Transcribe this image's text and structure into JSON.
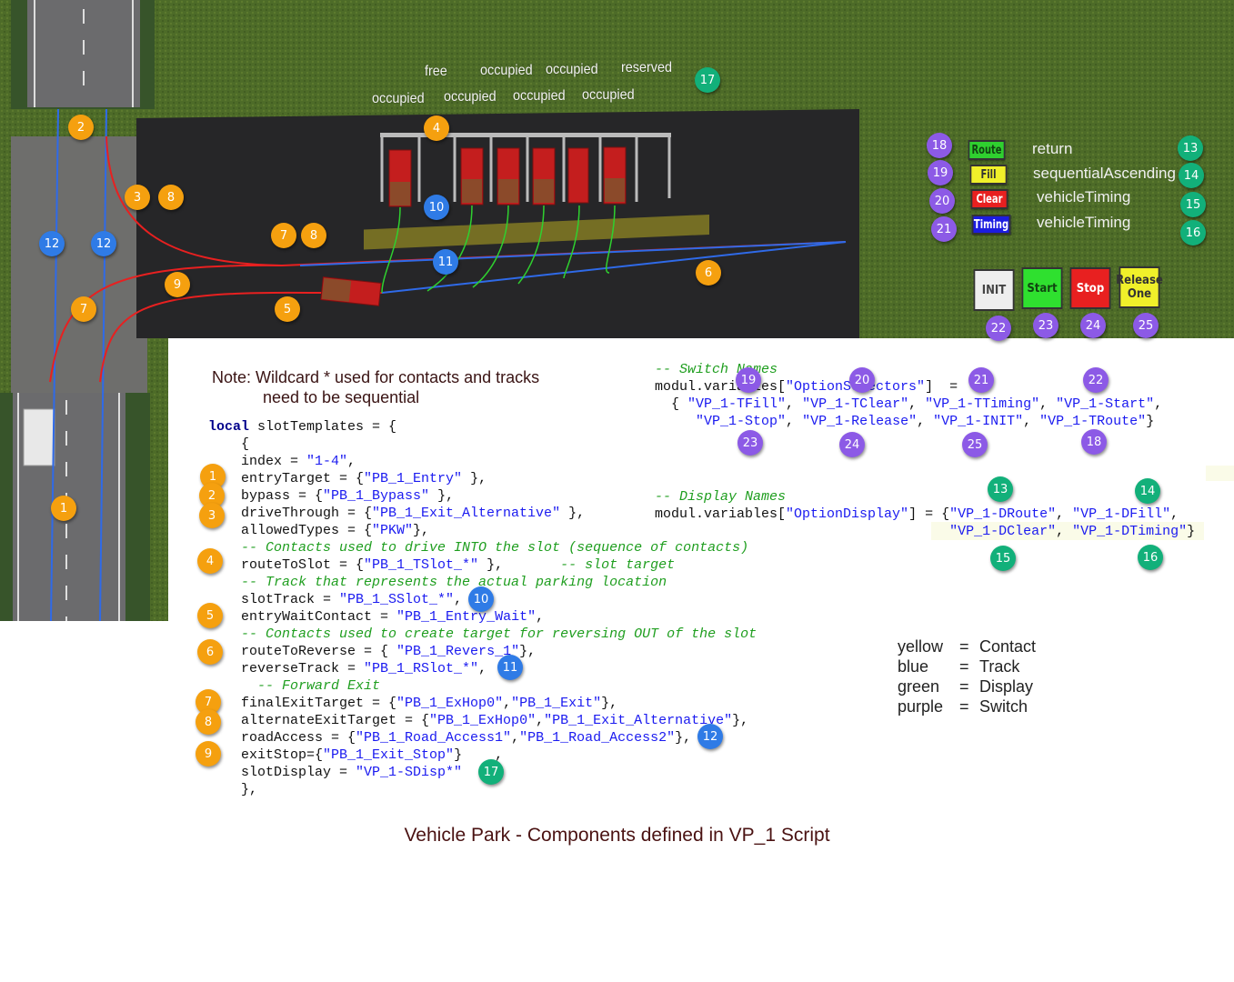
{
  "scene": {
    "slot_status_top": [
      "free",
      "occupied",
      "occupied",
      "reserved"
    ],
    "slot_status_bottom": [
      "occupied",
      "occupied",
      "occupied",
      "occupied"
    ],
    "option_buttons": [
      "Route",
      "Fill",
      "Clear",
      "Timing"
    ],
    "option_displays": [
      "return",
      "sequentialAscending",
      "vehicleTiming",
      "vehicleTiming"
    ],
    "control_buttons": [
      "INIT",
      "Start",
      "Stop",
      "Release One"
    ],
    "colors": {
      "grass": "#4a6a26",
      "asphalt": "#2a2a2c",
      "route": "#2fd02f",
      "fill": "#f0f02a",
      "clear": "#e82020",
      "timing": "#1c1ce0",
      "init": "#eeeeee"
    }
  },
  "map_badges": {
    "orange": [
      "2",
      "4",
      "3",
      "8",
      "7",
      "8",
      "9",
      "7",
      "5",
      "6",
      "1"
    ],
    "blue": [
      "10",
      "11",
      "12",
      "12"
    ],
    "green": [
      "17",
      "13",
      "14",
      "15",
      "16"
    ],
    "purple": [
      "18",
      "19",
      "20",
      "21",
      "22",
      "23",
      "24",
      "25"
    ]
  },
  "code_badges": {
    "orange": [
      "1",
      "2",
      "3",
      "4",
      "5",
      "6",
      "7",
      "8",
      "9"
    ],
    "blue": [
      "10",
      "11",
      "12"
    ],
    "green": [
      "17",
      "13",
      "14",
      "15",
      "16"
    ],
    "purple": [
      "19",
      "20",
      "21",
      "22",
      "23",
      "24",
      "25",
      "18"
    ]
  },
  "note": {
    "line1": "Note:  Wildcard * used for contacts and tracks",
    "line2": "need to be sequential"
  },
  "code_left": [
    [
      [
        "kw",
        "local"
      ],
      [
        "pl",
        " slotTemplates = {"
      ]
    ],
    [
      [
        "pl",
        "    {"
      ]
    ],
    [
      [
        "pl",
        "    index = "
      ],
      [
        "str",
        "\"1-4\""
      ],
      [
        "pl",
        ","
      ]
    ],
    [
      [
        "pl",
        "    entryTarget = {"
      ],
      [
        "str",
        "\"PB_1_Entry\""
      ],
      [
        "pl",
        " },"
      ]
    ],
    [
      [
        "pl",
        "    bypass = {"
      ],
      [
        "str",
        "\"PB_1_Bypass\""
      ],
      [
        "pl",
        " },"
      ]
    ],
    [
      [
        "pl",
        "    driveThrough = {"
      ],
      [
        "str",
        "\"PB_1_Exit_Alternative\""
      ],
      [
        "pl",
        " },"
      ]
    ],
    [
      [
        "pl",
        "    allowedTypes = {"
      ],
      [
        "str",
        "\"PKW\""
      ],
      [
        "pl",
        "},"
      ]
    ],
    [
      [
        "cm",
        "    -- Contacts used to drive INTO the slot (sequence of contacts)"
      ]
    ],
    [
      [
        "pl",
        "    routeToSlot = {"
      ],
      [
        "str",
        "\"PB_1_TSlot_*\""
      ],
      [
        "pl",
        " },       "
      ],
      [
        "cm",
        "-- slot target"
      ]
    ],
    [
      [
        "cm",
        "    -- Track that represents the actual parking location"
      ]
    ],
    [
      [
        "pl",
        "    slotTrack = "
      ],
      [
        "str",
        "\"PB_1_SSlot_*\""
      ],
      [
        "pl",
        ","
      ]
    ],
    [
      [
        "pl",
        "    entryWaitContact = "
      ],
      [
        "str",
        "\"PB_1_Entry_Wait\""
      ],
      [
        "pl",
        ","
      ]
    ],
    [
      [
        "cm",
        "    -- Contacts used to create target for reversing OUT of the slot"
      ]
    ],
    [
      [
        "pl",
        "    routeToReverse = { "
      ],
      [
        "str",
        "\"PB_1_Revers_1\""
      ],
      [
        "pl",
        "},"
      ]
    ],
    [
      [
        "pl",
        "    reverseTrack = "
      ],
      [
        "str",
        "\"PB_1_RSlot_*\""
      ],
      [
        "pl",
        ","
      ]
    ],
    [
      [
        "cm",
        "      -- Forward Exit"
      ]
    ],
    [
      [
        "pl",
        "    finalExitTarget = {"
      ],
      [
        "str",
        "\"PB_1_ExHop0\""
      ],
      [
        "pl",
        ","
      ],
      [
        "str",
        "\"PB_1_Exit\""
      ],
      [
        "pl",
        "},"
      ]
    ],
    [
      [
        "pl",
        "    alternateExitTarget = {"
      ],
      [
        "str",
        "\"PB_1_ExHop0\""
      ],
      [
        "pl",
        ","
      ],
      [
        "str",
        "\"PB_1_Exit_Alternative\""
      ],
      [
        "pl",
        "},"
      ]
    ],
    [
      [
        "pl",
        "    roadAccess = {"
      ],
      [
        "str",
        "\"PB_1_Road_Access1\""
      ],
      [
        "pl",
        ","
      ],
      [
        "str",
        "\"PB_1_Road_Access2\""
      ],
      [
        "pl",
        "},"
      ]
    ],
    [
      [
        "pl",
        "    exitStop={"
      ],
      [
        "str",
        "\"PB_1_Exit_Stop\""
      ],
      [
        "pl",
        "}    ,"
      ]
    ],
    [
      [
        "pl",
        "    slotDisplay = "
      ],
      [
        "str",
        "\"VP_1-SDisp*\""
      ]
    ],
    [
      [
        "pl",
        "    },"
      ]
    ]
  ],
  "code_switch": [
    [
      [
        "cm",
        "-- Switch Names"
      ]
    ],
    [
      [
        "pl",
        "modul.variables["
      ],
      [
        "str",
        "\"OptionSelectors\""
      ],
      [
        "pl",
        "]  ="
      ]
    ],
    [
      [
        "pl",
        "  { "
      ],
      [
        "str",
        "\"VP_1-TFill\""
      ],
      [
        "pl",
        ", "
      ],
      [
        "str",
        "\"VP_1-TClear\""
      ],
      [
        "pl",
        ", "
      ],
      [
        "str",
        "\"VP_1-TTiming\""
      ],
      [
        "pl",
        ", "
      ],
      [
        "str",
        "\"VP_1-Start\""
      ],
      [
        "pl",
        ","
      ]
    ],
    [
      [
        "pl",
        "     "
      ],
      [
        "str",
        "\"VP_1-Stop\""
      ],
      [
        "pl",
        ", "
      ],
      [
        "str",
        "\"VP_1-Release\""
      ],
      [
        "pl",
        ", "
      ],
      [
        "str",
        "\"VP_1-INIT\""
      ],
      [
        "pl",
        ", "
      ],
      [
        "str",
        "\"VP_1-TRoute\""
      ],
      [
        "pl",
        "}"
      ]
    ]
  ],
  "code_display": [
    [
      [
        "cm",
        "-- Display Names"
      ]
    ],
    [
      [
        "pl",
        "modul.variables["
      ],
      [
        "str",
        "\"OptionDisplay\""
      ],
      [
        "pl",
        "] = {"
      ],
      [
        "str",
        "\"VP_1-DRoute\""
      ],
      [
        "pl",
        ", "
      ],
      [
        "str",
        "\"VP_1-DFill\""
      ],
      [
        "pl",
        ","
      ]
    ],
    [
      [
        "pl",
        "                                    "
      ],
      [
        "str",
        "\"VP_1-DClear\""
      ],
      [
        "pl",
        ", "
      ],
      [
        "str",
        "\"VP_1-DTiming\""
      ],
      [
        "pl",
        "}"
      ]
    ]
  ],
  "legend": [
    {
      "color": "yellow",
      "eq": "=",
      "meaning": "Contact"
    },
    {
      "color": "blue",
      "eq": "=",
      "meaning": "Track"
    },
    {
      "color": "green",
      "eq": "=",
      "meaning": "Display"
    },
    {
      "color": "purple",
      "eq": "=",
      "meaning": "Switch"
    }
  ],
  "title": "Vehicle Park - Components defined in VP_1 Script"
}
